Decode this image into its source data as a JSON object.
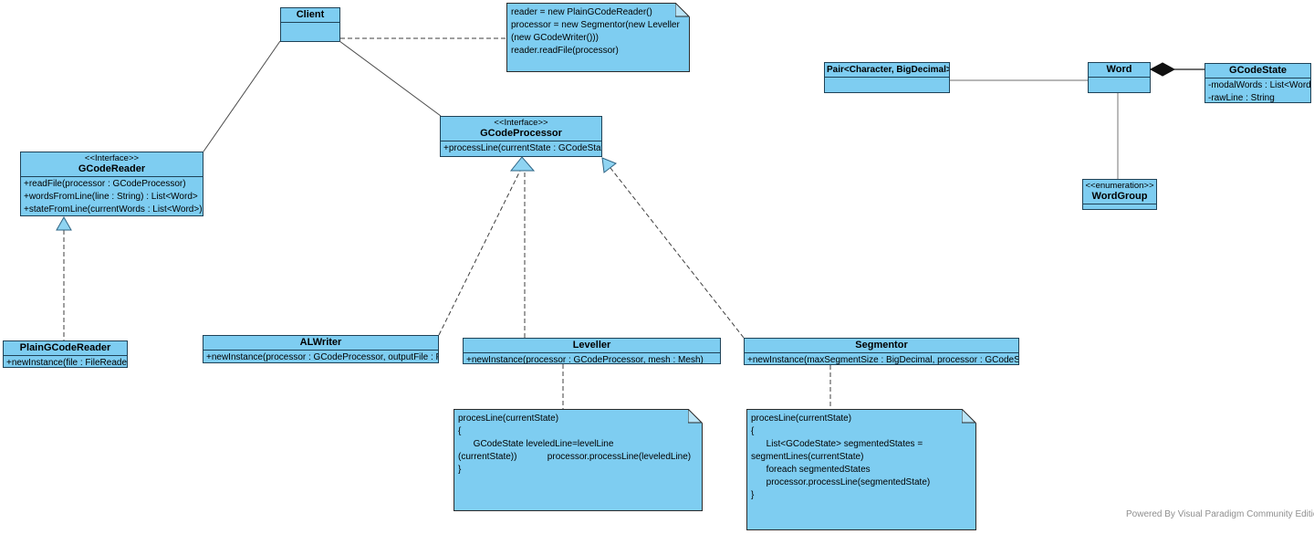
{
  "classes": {
    "client": {
      "name": "Client"
    },
    "gcode_processor": {
      "stereotype": "<<Interface>>",
      "name": "GCodeProcessor",
      "operations": [
        "+processLine(currentState : GCodeState)"
      ]
    },
    "gcode_reader": {
      "stereotype": "<<Interface>>",
      "name": "GCodeReader",
      "operations": [
        "+readFile(processor : GCodeProcessor)",
        "+wordsFromLine(line : String) : List<Word>",
        "+stateFromLine(currentWords : List<Word>) : ..."
      ]
    },
    "pair": {
      "name": "Pair<Character, BigDecimal>"
    },
    "word": {
      "name": "Word"
    },
    "gcode_state": {
      "name": "GCodeState",
      "attributes": [
        "-modalWords : List<Word>",
        "-rawLine : String"
      ]
    },
    "word_group": {
      "stereotype": "<<enumeration>>",
      "name": "WordGroup"
    },
    "plain_gcode_reader": {
      "name": "PlainGCodeReader",
      "operations": [
        "+newInstance(file : FileReader)"
      ]
    },
    "al_writer": {
      "name": "ALWriter",
      "operations": [
        "+newInstance(processor : GCodeProcessor, outputFile : File)"
      ]
    },
    "leveller": {
      "name": "Leveller",
      "operations": [
        "+newInstance(processor : GCodeProcessor, mesh : Mesh)"
      ]
    },
    "segmentor": {
      "name": "Segmentor",
      "operations": [
        "+newInstance(maxSegmentSize : BigDecimal, processor : GCodeState)"
      ]
    }
  },
  "notes": {
    "client_code": {
      "lines": [
        "reader = new PlainGCodeReader()",
        "processor = new Segmentor(new Leveller",
        "(new GCodeWriter()))",
        "reader.readFile(processor)"
      ]
    },
    "leveller_code": {
      "lines": [
        "procesLine(currentState)",
        "{",
        "      GCodeState leveledLine=levelLine",
        "(currentState))            processor.processLine(leveledLine)",
        "}"
      ]
    },
    "segmentor_code": {
      "lines": [
        "procesLine(currentState)",
        "{",
        "      List<GCodeState> segmentedStates =",
        "segmentLines(currentState)",
        "      foreach segmentedStates",
        "      processor.processLine(segmentedState)",
        "}"
      ]
    }
  },
  "footer": {
    "text": "Powered By Visual Paradigm Community Edition"
  },
  "colors": {
    "box_fill": "#7ECDF1",
    "box_border": "#1f4257",
    "note_border": "#2b2b2b",
    "solid_line": "#4a4a4a",
    "dashed_line": "#3f3f3f",
    "gray_line": "#8c8c8c",
    "arrowhead_fill": "#8fd4f2",
    "footer_text": "#8f8f8f",
    "logo_red": "#c9252c"
  }
}
